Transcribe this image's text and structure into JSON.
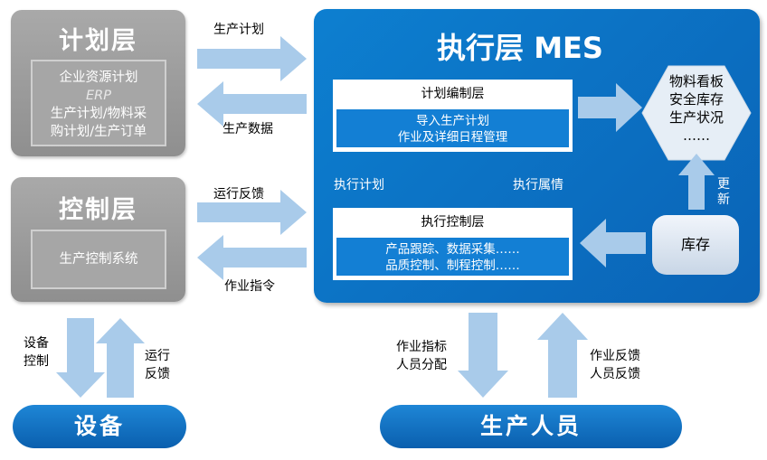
{
  "planning_layer": {
    "title": "计划层",
    "items": [
      "企业资源计划",
      "ERP",
      "生产计划/物料采",
      "购计划/生产订单"
    ]
  },
  "control_layer": {
    "title": "控制层",
    "item": "生产控制系统"
  },
  "mes": {
    "title": "执行层 MES",
    "plan_card": {
      "header": "计划编制层",
      "lines": [
        "导入生产计划",
        "作业及详细日程管理"
      ]
    },
    "exec_card": {
      "header": "执行控制层",
      "lines": [
        "产品跟踪、数据采集……",
        "品质控制、制程控制……"
      ]
    },
    "label_exec_plan": "执行计划",
    "label_exec_status": "执行属情",
    "kanban": [
      "物料看板",
      "安全库存",
      "生产状况",
      "……"
    ],
    "update_label": [
      "更",
      "新"
    ],
    "inventory": "库存"
  },
  "arrows": {
    "production_plan": "生产计划",
    "production_data": "生产数据",
    "run_feedback_top": "运行反馈",
    "work_instruction": "作业指令",
    "equipment_control": [
      "设备",
      "控制"
    ],
    "equipment_feedback": [
      "运行",
      "反馈"
    ],
    "worker_instruction": [
      "作业指标",
      "人员分配"
    ],
    "worker_feedback": [
      "作业反馈",
      "人员反馈"
    ]
  },
  "equipment": "设备",
  "personnel": "生产人员",
  "colors": {
    "arrow_fill": "#a9cbea",
    "mes_blue": "#0a6cc0",
    "grey": "#999999"
  }
}
